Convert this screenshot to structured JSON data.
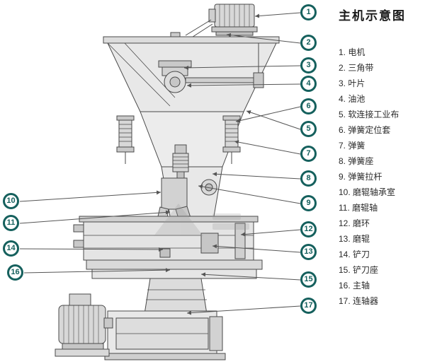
{
  "title": "主机示意图",
  "legend": {
    "items": [
      "1. 电机",
      "2. 三角带",
      "3. 叶片",
      "4. 油池",
      "5. 软连接工业布",
      "6. 弹簧定位套",
      "7. 弹簧",
      "8. 弹簧座",
      "9. 弹簧拉杆",
      "10. 磨辊轴承室",
      "11. 磨辊轴",
      "12. 磨环",
      "13. 磨辊",
      "14. 铲刀",
      "15. 铲刀座",
      "16. 主轴",
      "17. 连轴器"
    ]
  },
  "callouts": [
    "1",
    "2",
    "3",
    "4",
    "5",
    "6",
    "7",
    "8",
    "9",
    "10",
    "11",
    "12",
    "13",
    "14",
    "15",
    "16",
    "17"
  ],
  "colors": {
    "callout": "#15605d",
    "line": "#555555"
  }
}
